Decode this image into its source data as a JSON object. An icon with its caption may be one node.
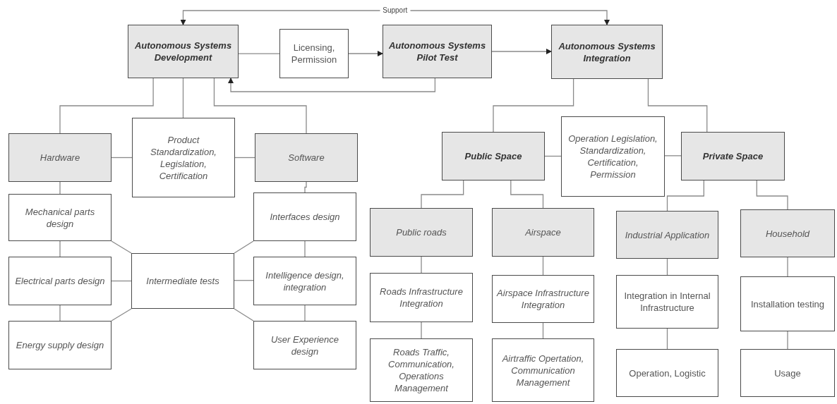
{
  "diagram": {
    "nodes": [
      {
        "text": [
          "Autonomous Systems Development"
        ]
      },
      {
        "text": [
          "Licensing, Permission"
        ]
      },
      {
        "text": [
          "Autonomous Systems Pilot Test"
        ]
      },
      {
        "text": [
          "Autonomous Systems Integration"
        ]
      },
      {
        "text": [
          "Hardware"
        ]
      },
      {
        "text": [
          "Product Standardization, Legislation, Certification"
        ]
      },
      {
        "text": [
          "Software"
        ]
      },
      {
        "text": [
          "Mechanical parts design"
        ]
      },
      {
        "text": [
          "Electrical parts design"
        ]
      },
      {
        "text": [
          "Energy supply design"
        ]
      },
      {
        "text": [
          "Intermediate tests"
        ]
      },
      {
        "text": [
          "Interfaces design"
        ]
      },
      {
        "text": [
          "Intelligence design, integration"
        ]
      },
      {
        "text": [
          "User Experience design"
        ]
      },
      {
        "text": [
          "Public Space"
        ]
      },
      {
        "text": [
          "Operation Legislation, Standardization, Certification, Permission"
        ]
      },
      {
        "text": [
          "Private Space"
        ]
      },
      {
        "text": [
          "Public roads"
        ]
      },
      {
        "text": [
          "Airspace"
        ]
      },
      {
        "text": [
          "Industrial Application"
        ]
      },
      {
        "text": [
          "Household"
        ]
      },
      {
        "text": [
          "Roads Infrastructure Integration"
        ]
      },
      {
        "text": [
          "Airspace Infrastructure Integration"
        ]
      },
      {
        "text": [
          "Integration in Internal Infrastructure"
        ]
      },
      {
        "text": [
          "Installation testing"
        ]
      },
      {
        "text": [
          "Roads Traffic, Communication, Operations Management"
        ]
      },
      {
        "text": [
          "Airtraffic Opertation, Communication Management"
        ]
      },
      {
        "text": [
          "Operation, Logistic"
        ]
      },
      {
        "text": [
          "Usage"
        ]
      }
    ],
    "edges": [
      {
        "from": 0,
        "to": 3,
        "arrow": "both",
        "label": "Support"
      },
      {
        "from": 0,
        "to": 1,
        "arrow": "none"
      },
      {
        "from": 1,
        "to": 2,
        "arrow": "to"
      },
      {
        "from": 2,
        "to": 3,
        "arrow": "to"
      },
      {
        "from": 2,
        "to": 0,
        "arrow": "to"
      },
      {
        "from": 0,
        "to": 4,
        "arrow": "none"
      },
      {
        "from": 0,
        "to": 5,
        "arrow": "none"
      },
      {
        "from": 0,
        "to": 6,
        "arrow": "none"
      },
      {
        "from": 4,
        "to": 5,
        "arrow": "none"
      },
      {
        "from": 5,
        "to": 6,
        "arrow": "none"
      },
      {
        "from": 4,
        "to": 7,
        "arrow": "none"
      },
      {
        "from": 7,
        "to": 8,
        "arrow": "none"
      },
      {
        "from": 8,
        "to": 9,
        "arrow": "none"
      },
      {
        "from": 7,
        "to": 10,
        "arrow": "none"
      },
      {
        "from": 8,
        "to": 10,
        "arrow": "none"
      },
      {
        "from": 9,
        "to": 10,
        "arrow": "none"
      },
      {
        "from": 10,
        "to": 11,
        "arrow": "none"
      },
      {
        "from": 10,
        "to": 12,
        "arrow": "none"
      },
      {
        "from": 10,
        "to": 13,
        "arrow": "none"
      },
      {
        "from": 6,
        "to": 11,
        "arrow": "none"
      },
      {
        "from": 11,
        "to": 12,
        "arrow": "none"
      },
      {
        "from": 12,
        "to": 13,
        "arrow": "none"
      },
      {
        "from": 3,
        "to": 14,
        "arrow": "none"
      },
      {
        "from": 3,
        "to": 16,
        "arrow": "none"
      },
      {
        "from": 14,
        "to": 15,
        "arrow": "none"
      },
      {
        "from": 15,
        "to": 16,
        "arrow": "none"
      },
      {
        "from": 14,
        "to": 17,
        "arrow": "none"
      },
      {
        "from": 14,
        "to": 18,
        "arrow": "none"
      },
      {
        "from": 16,
        "to": 19,
        "arrow": "none"
      },
      {
        "from": 16,
        "to": 20,
        "arrow": "none"
      },
      {
        "from": 17,
        "to": 21,
        "arrow": "none"
      },
      {
        "from": 21,
        "to": 25,
        "arrow": "none"
      },
      {
        "from": 18,
        "to": 22,
        "arrow": "none"
      },
      {
        "from": 22,
        "to": 26,
        "arrow": "none"
      },
      {
        "from": 19,
        "to": 23,
        "arrow": "none"
      },
      {
        "from": 23,
        "to": 27,
        "arrow": "none"
      },
      {
        "from": 20,
        "to": 24,
        "arrow": "none"
      },
      {
        "from": 24,
        "to": 28,
        "arrow": "none"
      }
    ]
  }
}
